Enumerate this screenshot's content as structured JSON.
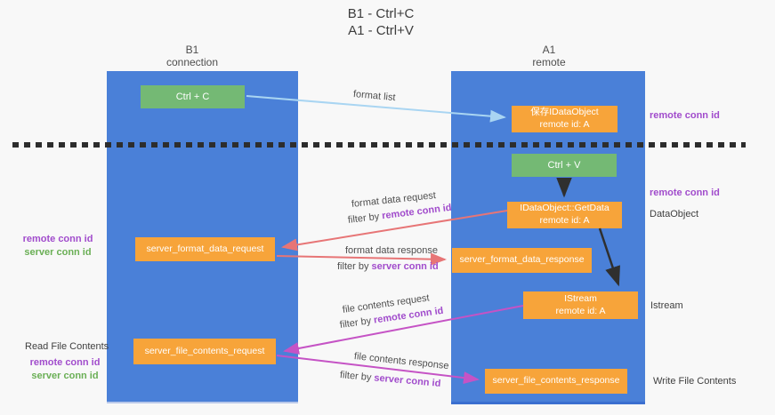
{
  "title": {
    "line1": "B1 - Ctrl+C",
    "line2": "A1 - Ctrl+V"
  },
  "lanes": {
    "b1": {
      "name": "B1",
      "subtitle": "connection"
    },
    "a1": {
      "name": "A1",
      "subtitle": "remote"
    }
  },
  "nodes": {
    "ctrl_c": {
      "label": "Ctrl + C"
    },
    "save_dataobject": {
      "line1": "保存IDataObject",
      "line2": "remote id: A"
    },
    "ctrl_v": {
      "label": "Ctrl + V"
    },
    "getdata": {
      "line1": "IDataObject::GetData",
      "line2": "remote id: A"
    },
    "format_request": {
      "label": "server_format_data_request"
    },
    "format_response": {
      "label": "server_format_data_response"
    },
    "istream": {
      "line1": "IStream",
      "line2": "remote id: A"
    },
    "file_request": {
      "label": "server_file_contents_request"
    },
    "file_response": {
      "label": "server_file_contents_response"
    }
  },
  "flow_labels": {
    "format_list": {
      "text": "format list"
    },
    "format_data_request": {
      "text": "format data request"
    },
    "format_filter_request": {
      "prefix": "filter by ",
      "highlight": "remote conn id"
    },
    "format_data_response": {
      "text": "format data response"
    },
    "format_filter_response": {
      "prefix": "filter by ",
      "highlight": "server conn id"
    },
    "file_contents_request": {
      "text": "file contents request"
    },
    "file_filter_request": {
      "prefix": "filter by ",
      "highlight": "remote conn id"
    },
    "file_contents_response": {
      "text": "file contents response"
    },
    "file_filter_response": {
      "prefix": "filter by ",
      "highlight": "server conn id"
    }
  },
  "side_labels": {
    "right_remote_conn_top": "remote conn id",
    "right_remote_conn_mid": "remote conn id",
    "dataobject": "DataObject",
    "istream": "Istream",
    "write_file_contents": "Write File Contents",
    "left_remote_conn_top": "remote conn id",
    "left_server_conn_top": "server conn id",
    "read_file_contents": "Read File Contents",
    "left_remote_conn_bottom": "remote conn id",
    "left_server_conn_bottom": "server conn id"
  },
  "colors": {
    "lane_blue": "#4a80d8",
    "box_green": "#74b974",
    "box_orange": "#f7a43a",
    "arrow_lightblue": "#a9d5f2",
    "arrow_salmon": "#e77576",
    "arrow_magenta": "#c553c5",
    "arrow_black": "#2f2f2f",
    "text_purple": "#a14ccc",
    "text_green": "#6aaf55"
  }
}
